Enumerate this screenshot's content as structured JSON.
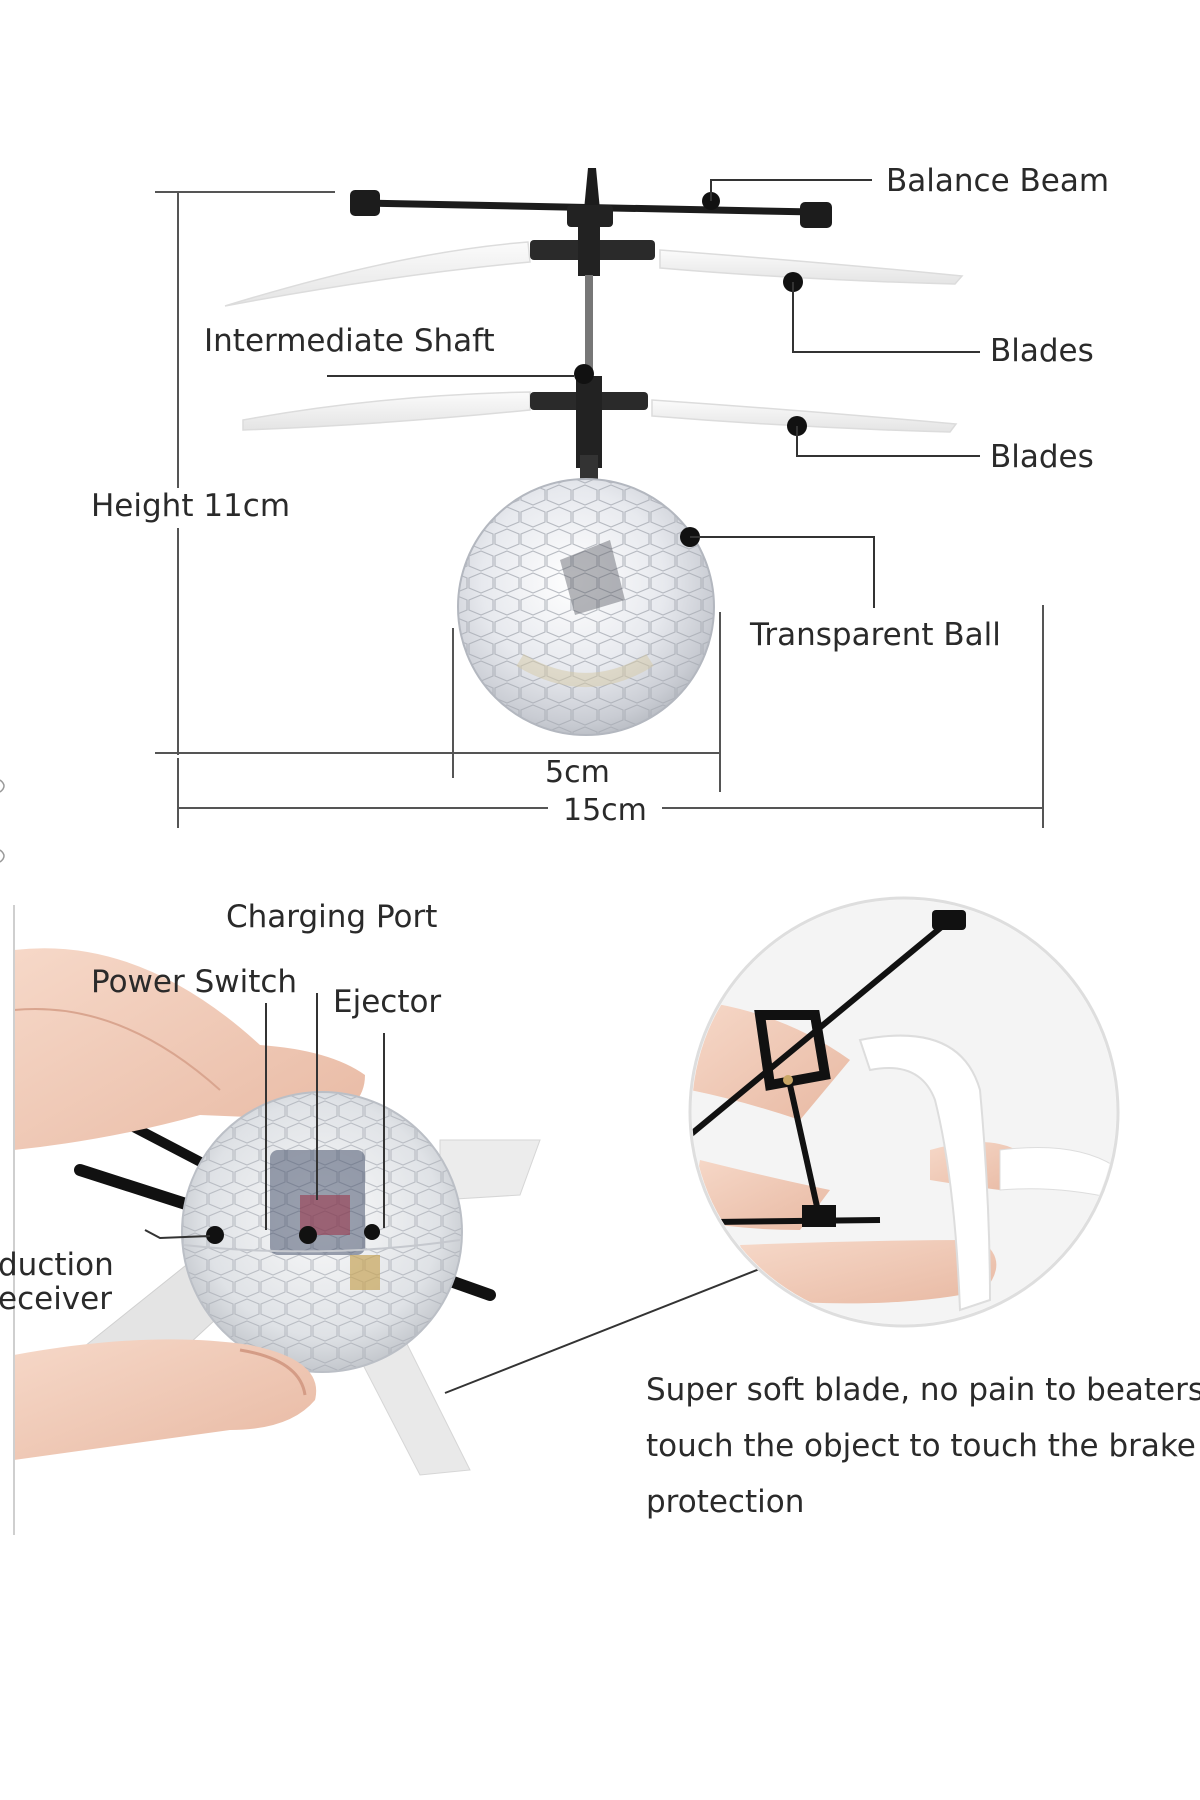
{
  "labels": {
    "balance_beam": "Balance Beam",
    "blades_upper": "Blades",
    "intermediate_shaft": "Intermediate Shaft",
    "blades_lower": "Blades",
    "height": "Height 11cm",
    "transparent_ball": "Transparent Ball",
    "width_ball": "5cm",
    "width_total": "15cm",
    "charging_port": "Charging Port",
    "power_switch": "Power Switch",
    "ejector": "Ejector",
    "induction_line1": "duction",
    "induction_line2": "eceiver"
  },
  "caption": {
    "line1": "Super soft blade, no pain to beaters",
    "line2": "touch the object to touch the brake",
    "line3": "protection"
  },
  "colors": {
    "ink": "#2a2a2a",
    "frame": "#1c1c1c",
    "blade": "#eeeeee",
    "skin": "#f0c9b6",
    "background": "#ffffff"
  }
}
